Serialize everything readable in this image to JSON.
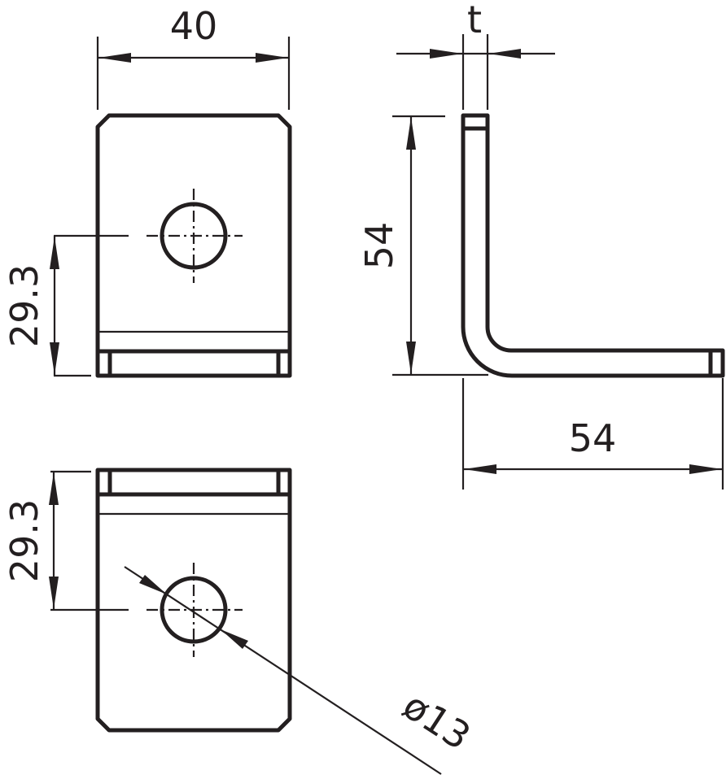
{
  "drawing": {
    "line_color": "#231f20",
    "background": "#ffffff",
    "dimensions": {
      "top_width": "40",
      "top_hole_height": "29.3",
      "bottom_hole_height": "29.3",
      "thickness": "t",
      "side_height": "54",
      "side_length": "54",
      "hole_diameter": "ø13"
    }
  }
}
